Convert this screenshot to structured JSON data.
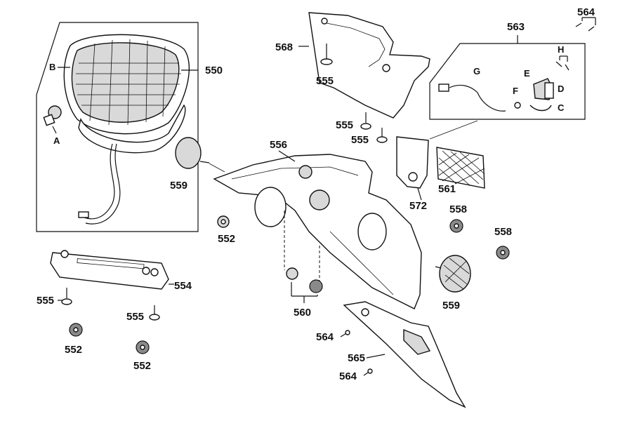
{
  "labels": {
    "p550": "550",
    "p563": "563",
    "p564": "564",
    "p568": "568",
    "p555": "555",
    "p556": "556",
    "p559": "559",
    "p552": "552",
    "p554": "554",
    "p572": "572",
    "p561": "561",
    "p558": "558",
    "p560": "560",
    "p565": "565",
    "subA": "A",
    "subB": "B",
    "subC": "C",
    "subD": "D",
    "subE": "E",
    "subF": "F",
    "subG": "G",
    "subH": "H"
  }
}
